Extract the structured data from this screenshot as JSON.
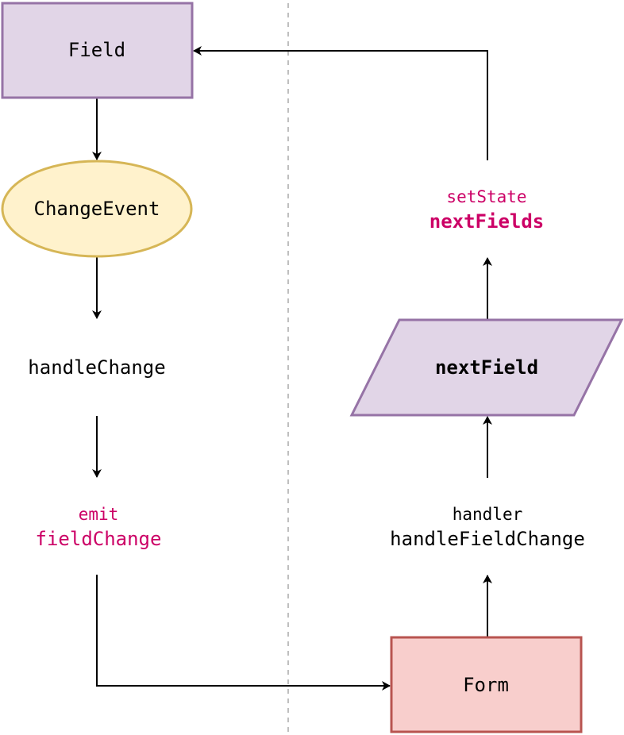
{
  "colors": {
    "purple_fill": "#e1d5e7",
    "purple_stroke": "#9673a6",
    "yellow_fill": "#fff2cc",
    "yellow_stroke": "#d6b656",
    "red_fill": "#f8cecc",
    "red_stroke": "#b85450",
    "accent_text": "#cc0066",
    "divider": "#aaaaaa",
    "line": "#000000"
  },
  "nodes": {
    "field": {
      "label": "Field",
      "shape": "rectangle"
    },
    "change_event": {
      "label": "ChangeEvent",
      "shape": "ellipse"
    },
    "handle_change": {
      "label": "handleChange",
      "shape": "text"
    },
    "emit": {
      "line1": "emit",
      "line2": "fieldChange",
      "shape": "text"
    },
    "form": {
      "label": "Form",
      "shape": "rectangle"
    },
    "handler": {
      "line1": "handler",
      "line2": "handleFieldChange",
      "shape": "text"
    },
    "next_field": {
      "label": "nextField",
      "shape": "parallelogram"
    },
    "set_state": {
      "line1": "setState",
      "line2": "nextFields",
      "shape": "text"
    }
  },
  "edges": [
    {
      "from": "field",
      "to": "change_event"
    },
    {
      "from": "change_event",
      "to": "handle_change"
    },
    {
      "from": "handle_change",
      "to": "emit"
    },
    {
      "from": "emit",
      "to": "form"
    },
    {
      "from": "form",
      "to": "handler"
    },
    {
      "from": "handler",
      "to": "next_field"
    },
    {
      "from": "next_field",
      "to": "set_state"
    },
    {
      "from": "set_state",
      "to": "field"
    }
  ]
}
